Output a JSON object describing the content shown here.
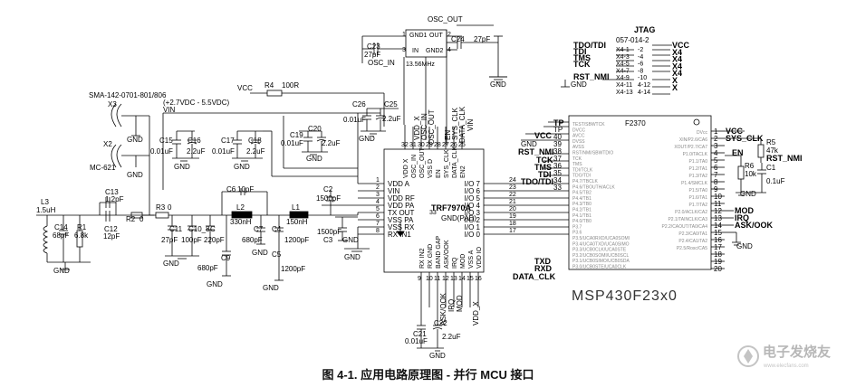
{
  "caption": "图 4-1. 应用电路原理图 - 并行 MCU 接口",
  "watermark": {
    "title": "电子发烧友",
    "url": "www.elecfans.com"
  },
  "trf": {
    "name": "TRF7970A",
    "left_pins": [
      "VDD A",
      "VIN",
      "VDD RF",
      "VDD PA",
      "TX OUT",
      "VSS PA",
      "VSS RX",
      "RX IN1"
    ],
    "left_nums": [
      "1",
      "2",
      "3",
      "4",
      "5",
      "6",
      "7",
      "8"
    ],
    "top_pins": [
      "VDD X",
      "OSC_IN",
      "OSC_OUT",
      "VSS D",
      "EN",
      "SYS_CLK",
      "DATA_CLK",
      "EN2"
    ],
    "top_nums": [
      "32",
      "31",
      "30",
      "29",
      "28",
      "27",
      "26",
      "25"
    ],
    "right_pins": [
      "I/O 7",
      "I/O 6",
      "I/O 5",
      "I/O 4",
      "I/O 3",
      "I/O 2",
      "I/O 1",
      "I/O 0"
    ],
    "right_nums": [
      "24",
      "23",
      "22",
      "21",
      "20",
      "19",
      "18",
      "17"
    ],
    "bottom_pins": [
      "RX IN2",
      "RX GND",
      "BAND GAP",
      "ASK/OOK",
      "IRQ",
      "MOD",
      "VSS A",
      "VDD IO"
    ],
    "bottom_nums": [
      "9",
      "10",
      "11",
      "12",
      "13",
      "14",
      "15",
      "16"
    ],
    "gnd_pad": "GND(PAD)",
    "gnd_pad_num": "33"
  },
  "mcu": {
    "name": "MSP430F23x0",
    "short": "F2370",
    "left_pins": [
      "TEST/SBWTCK",
      "DVCC",
      "AVCC",
      "DVSS",
      "AVSS",
      "RST/NMI/SBWTDIO",
      "TCK",
      "TMS",
      "TDI/TCLK",
      "TDO/TDI",
      "P4.7/TBCLK",
      "P4.6/TBOUTH/ACLK",
      "P4.5/TB2",
      "P4.4/TB1",
      "P4.3/TB0",
      "P4.2/TB1",
      "P4.1/TB1",
      "P4.0/TB0",
      "P3.7",
      "P3.6",
      "P3.5/UCA0RXD/UCA0SOMI",
      "P3.4/UCA0TXD/UCA0SIMO",
      "P3.3/UCB0CLK/UCA0STE",
      "P3.2/UCB0SOMI/UCB0SCL",
      "P3.1/UCB0SIMO/UCB0SDA",
      "P3.0/UCB0STE/UCA0CLK"
    ],
    "left_nums": [
      "TP",
      "40",
      "39",
      "38",
      "37",
      "36",
      "35",
      "34",
      "33",
      "",
      "",
      "",
      "",
      "",
      "",
      "",
      "",
      "",
      "",
      "",
      "",
      "",
      "",
      "",
      ""
    ],
    "right_pins": [
      "DVcc",
      "XIN/P2.6/CA6",
      "XOUT/P2.7/CA7",
      "P1.0/TACLK",
      "P1.1/TA0",
      "P1.2/TA1",
      "P1.3/TA2",
      "P1.4/SMCLK",
      "P1.5/TA0",
      "P1.6/TA1",
      "P1.7/TA2",
      "P2.0/ACLK/CA2",
      "P2.1/TAINCLK/CA3",
      "P2.2/CAOUT/TA0/CA4",
      "P2.3/CA0/TA1",
      "P2.4/CA1/TA2",
      "P2.5/Rosc/CA5"
    ],
    "right_nums": [
      "1",
      "2",
      "3",
      "4",
      "5",
      "6",
      "7",
      "8",
      "9",
      "10",
      "11",
      "12",
      "13",
      "14",
      "15",
      "16",
      "17",
      "18",
      "19",
      "20"
    ]
  },
  "net_labels": {
    "osc_out": "OSC_OUT",
    "osc_in": "OSC_IN",
    "xtal_freq": "13.56MHz",
    "gnd": "GND",
    "vcc": "VCC",
    "vin": "VIN",
    "supply_range": "(+2.7VDC - 5.5VDC)",
    "sma": "SMA-142-0701-801/806",
    "mc": "MC-621",
    "tp": "TP",
    "rst_nmi": "RST_NMI",
    "tck": "TCK",
    "tms": "TMS",
    "tdi": "TDI",
    "tdo_tdi": "TDO/TDI",
    "txd": "TXD",
    "rxd": "RXD",
    "data_clk": "DATA_CLK",
    "sys_clk": "SYS_CLK",
    "en": "EN",
    "rst_nmi2": "RST_NMI",
    "mod": "MOD",
    "irq": "IRQ",
    "ask_ook": "ASK/OOK",
    "vdd_x": "VDD_X",
    "ask_ook_v": "ASK/OOK",
    "irq_v": "IRQ",
    "mod_v": "MOD",
    "en_top": "EN",
    "sys_clk_top": "SYS_CLK",
    "data_clk_top": "DATA_CLK",
    "vdd_x_top": "VDD_X",
    "osc_in_top": "OSC_IN",
    "osc_out_top": "OSC_OUT"
  },
  "parts": {
    "c23": "C23",
    "c23v": "27pF",
    "c24": "C24",
    "c24v": "27pF",
    "xtal_pins": [
      "GND1",
      "OUT",
      "IN",
      "GND2"
    ],
    "xtal_nums": [
      "1",
      "2",
      "3",
      "4"
    ],
    "r4": "R4",
    "r4v": "100R",
    "c26": "C26",
    "c26v": "0.01uF",
    "c25": "C25",
    "c25v": "2.2uF",
    "c19": "C19",
    "c19v": "0.01uF",
    "c20": "C20",
    "c20v": "2.2uF",
    "c15": "C15",
    "c15v": "0.01uF",
    "c16": "C16",
    "c16v": "2.2uF",
    "c17": "C17",
    "c17v": "0.01uF",
    "c18": "C18",
    "c18v": "2.2uF",
    "x3": "X3",
    "x2": "X2",
    "l3": "L3",
    "l3v": "1.5uH",
    "c14": "C14",
    "c14v": "68pF",
    "r1": "R1",
    "r1v": "6.8k",
    "c13": "C13",
    "c13v": "1.2pF",
    "c12": "C12",
    "c12v": "12pF",
    "r2": "R2",
    "r2v": "0",
    "r3": "R3",
    "r3v": "0",
    "c11": "C11",
    "c11v": "27pF",
    "c10": "C10_8",
    "c10v": "100pF",
    "c8v": "220pF",
    "c9": "C9",
    "c9v": "680pF",
    "c6": "C6",
    "c6v": "10pF",
    "l2": "L2",
    "l2v": "330nH",
    "c7": "C7",
    "c7v": "680pF",
    "c4": "C4",
    "l1": "L1",
    "l1v": "150nH",
    "c5": "C5",
    "c5v": "1200pF",
    "c4v": "1200pF",
    "c2": "C2",
    "c2v": "1500pF",
    "c3": "C3",
    "c3v": "1500pF",
    "c8": "C",
    "c21": "C21",
    "c21v": "0.01uF",
    "c22": "C22",
    "c22v": "2.2uF",
    "r5": "R5",
    "r5v": "47k",
    "r6": "R6",
    "r6v": "10k",
    "c1": "C1",
    "c1v": "0.1uF"
  },
  "jtag": {
    "title": "JTAG",
    "part": "057-014-2",
    "signals": [
      "TDO/TDI",
      "TDI",
      "TMS",
      "TCK",
      "",
      "RST_NMI"
    ],
    "pins": [
      "X4-1",
      "X4-3",
      "X4-5",
      "X4-7",
      "X4-9",
      "X4-11",
      "X4-13"
    ],
    "mates": [
      "-2",
      "-4",
      "-6",
      "-8",
      "-10",
      "4-12",
      "4-14"
    ],
    "right": [
      "VCC",
      "X4",
      "X4",
      "X4",
      "X4",
      "X",
      "X"
    ]
  }
}
